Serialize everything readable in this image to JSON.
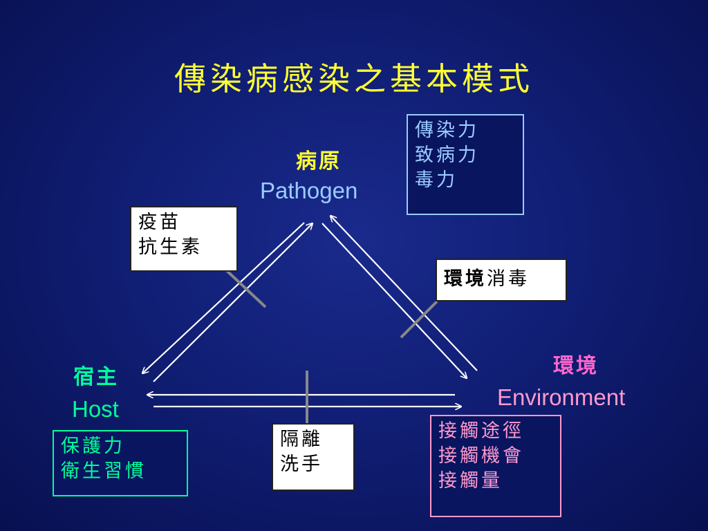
{
  "title": "傳染病感染之基本模式",
  "nodes": {
    "pathogen": {
      "zh": "病原",
      "en": "Pathogen"
    },
    "host": {
      "zh": "宿主",
      "en": "Host"
    },
    "environment": {
      "zh": "環境",
      "en": "Environment"
    }
  },
  "boxes": {
    "pathogen_traits": [
      "傳染力",
      "致病力",
      "毒力"
    ],
    "vaccine": [
      "疫苗",
      "抗生素"
    ],
    "disinfection": {
      "bold": "環境",
      "rest": "消毒"
    },
    "host_traits": [
      "保護力",
      "衛生習慣"
    ],
    "isolation": [
      "隔離",
      "洗手"
    ],
    "contact": [
      "接觸途徑",
      "接觸機會",
      "接觸量"
    ]
  },
  "colors": {
    "title": "#ffff33",
    "pathogen": "#ffff33",
    "pathogen_en": "#99ccff",
    "host": "#00ff99",
    "environment": "#ff66cc",
    "environment_en": "#ff99cc",
    "arrows": "#ffffff",
    "blockers": "#888888"
  }
}
